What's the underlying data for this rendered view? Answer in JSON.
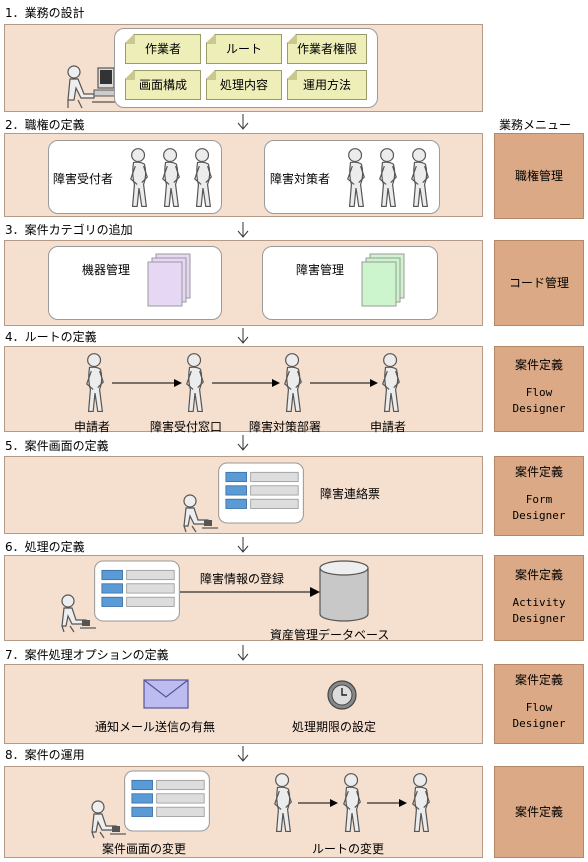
{
  "sections": [
    {
      "title": "1．業務の設計"
    },
    {
      "title": "2．職権の定義"
    },
    {
      "title": "3．案件カテゴリの追加"
    },
    {
      "title": "4．ルートの定義"
    },
    {
      "title": "5．案件画面の定義"
    },
    {
      "title": "6．処理の定義"
    },
    {
      "title": "7．案件処理オプションの定義"
    },
    {
      "title": "8．案件の運用"
    }
  ],
  "menu_header": "業務メニュー",
  "s1_notes": [
    "作業者",
    "ルート",
    "作業者権限",
    "画面構成",
    "処理内容",
    "運用方法"
  ],
  "s2": {
    "role_a": "障害受付者",
    "role_b": "障害対策者"
  },
  "s3": {
    "cat_a": "機器管理",
    "cat_b": "障害管理"
  },
  "s4": {
    "nodes": [
      "申請者",
      "障害受付窓口",
      "障害対策部署",
      "申請者"
    ]
  },
  "s5": {
    "form_label": "障害連絡票"
  },
  "s6": {
    "action_label": "障害情報の登録",
    "db_label": "資産管理データベース"
  },
  "s7": {
    "opt_a": "通知メール送信の有無",
    "opt_b": "処理期限の設定"
  },
  "s8": {
    "change_a": "案件画面の変更",
    "change_b": "ルートの変更"
  },
  "menus": [
    {
      "title": "職権管理",
      "tool": ""
    },
    {
      "title": "コード管理",
      "tool": ""
    },
    {
      "title": "案件定義",
      "tool_l1": "Flow",
      "tool_l2": "Designer"
    },
    {
      "title": "案件定義",
      "tool_l1": "Form",
      "tool_l2": "Designer"
    },
    {
      "title": "案件定義",
      "tool_l1": "Activity",
      "tool_l2": "Designer"
    },
    {
      "title": "案件定義",
      "tool_l1": "Flow",
      "tool_l2": "Designer"
    },
    {
      "title": "案件定義",
      "tool": ""
    }
  ],
  "colors": {
    "band": "#f5dfcf",
    "menu": "#dba985",
    "note": "#eeeeb8",
    "doc_purple": "#e6d8f5",
    "doc_green": "#cdf5cd",
    "form_blue": "#5b9bd5"
  }
}
